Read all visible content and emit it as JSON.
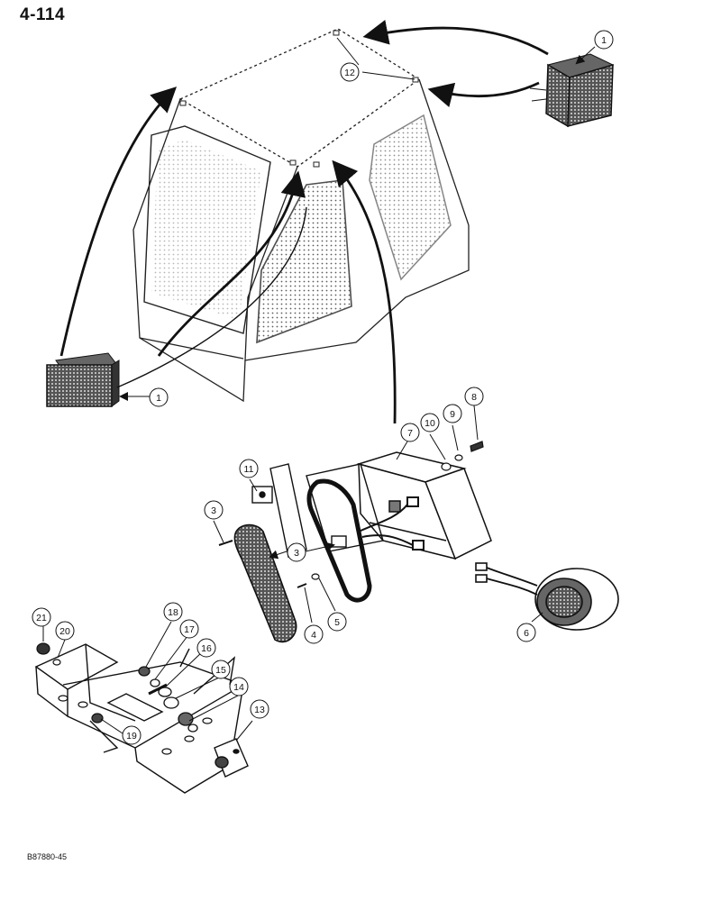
{
  "header": {
    "page_number": "4-114"
  },
  "footer": {
    "figure_code": "B87880-45"
  },
  "callouts": [
    "1",
    "1",
    "12",
    "11",
    "3",
    "3",
    "10",
    "9",
    "8",
    "7",
    "4",
    "5",
    "6",
    "21",
    "20",
    "18",
    "17",
    "16",
    "15",
    "14",
    "13",
    "19"
  ],
  "colors": {
    "ink": "#111111",
    "paper": "#ffffff"
  }
}
